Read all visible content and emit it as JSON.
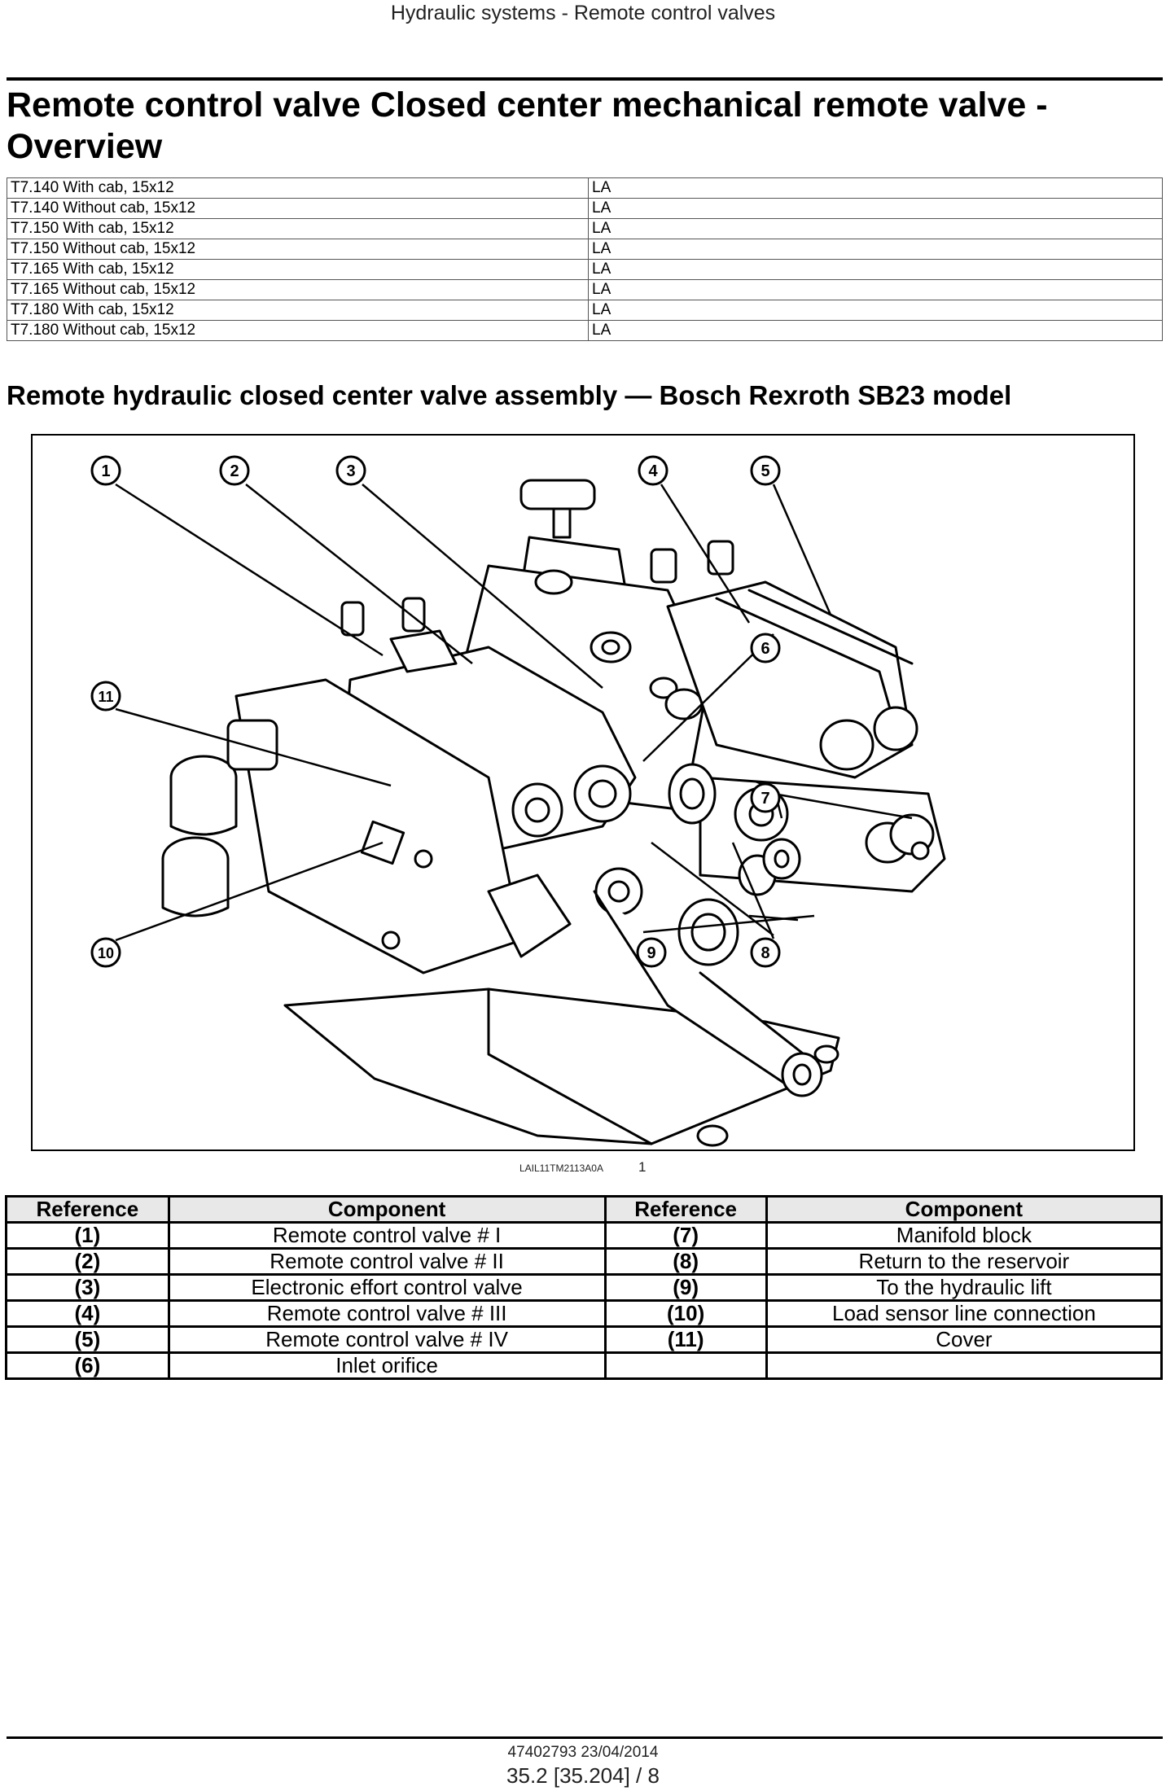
{
  "header": {
    "running_title": "Hydraulic systems - Remote control valves"
  },
  "title": "Remote control valve Closed center mechanical remote valve - Overview",
  "models": [
    {
      "model": "T7.140 With cab, 15x12",
      "region": "LA"
    },
    {
      "model": "T7.140 Without cab, 15x12",
      "region": "LA"
    },
    {
      "model": "T7.150 With cab, 15x12",
      "region": "LA"
    },
    {
      "model": "T7.150 Without cab, 15x12",
      "region": "LA"
    },
    {
      "model": "T7.165 With cab, 15x12",
      "region": "LA"
    },
    {
      "model": "T7.165 Without cab, 15x12",
      "region": "LA"
    },
    {
      "model": "T7.180 With cab, 15x12",
      "region": "LA"
    },
    {
      "model": "T7.180 Without cab, 15x12",
      "region": "LA"
    }
  ],
  "section_title": "Remote hydraulic closed center valve assembly — Bosch Rexroth SB23 model",
  "figure": {
    "callouts": [
      "1",
      "2",
      "3",
      "4",
      "5",
      "6",
      "7",
      "8",
      "9",
      "10",
      "11"
    ],
    "code": "LAIL11TM2113A0A",
    "number": "1"
  },
  "components_table": {
    "headers": [
      "Reference",
      "Component",
      "Reference",
      "Component"
    ],
    "rows": [
      {
        "ref1": "(1)",
        "comp1": "Remote control valve # I",
        "ref2": "(7)",
        "comp2": "Manifold block"
      },
      {
        "ref1": "(2)",
        "comp1": "Remote control valve # II",
        "ref2": "(8)",
        "comp2": "Return to the reservoir"
      },
      {
        "ref1": "(3)",
        "comp1": "Electronic effort control valve",
        "ref2": "(9)",
        "comp2": "To the hydraulic lift"
      },
      {
        "ref1": "(4)",
        "comp1": "Remote control valve # III",
        "ref2": "(10)",
        "comp2": "Load sensor line connection"
      },
      {
        "ref1": "(5)",
        "comp1": "Remote control valve # IV",
        "ref2": "(11)",
        "comp2": "Cover"
      },
      {
        "ref1": "(6)",
        "comp1": "Inlet orifice",
        "ref2": "",
        "comp2": ""
      }
    ]
  },
  "footer": {
    "doc_id": "47402793 23/04/2014",
    "page": "35.2 [35.204] / 8"
  }
}
